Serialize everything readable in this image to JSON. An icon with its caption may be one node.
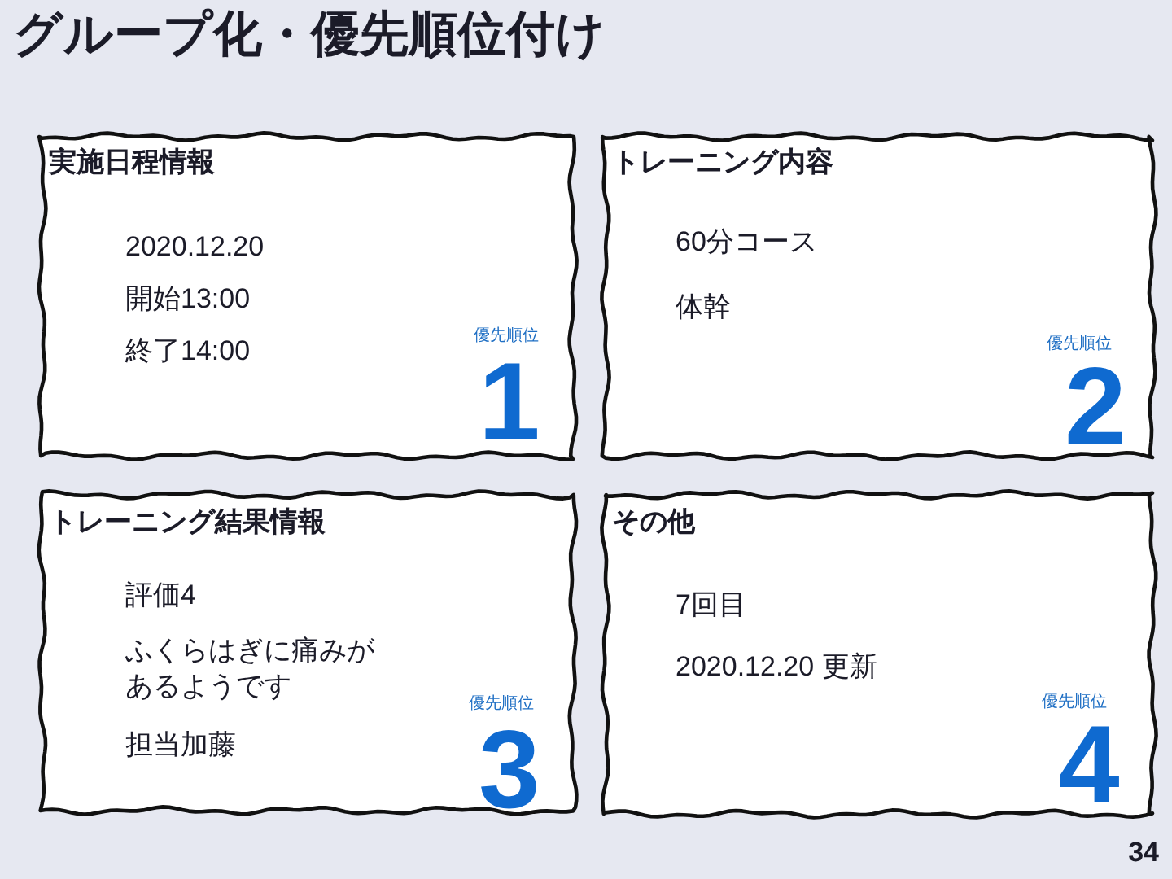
{
  "diagram": {
    "title": "グループ化・優先順位付け",
    "nodes": [
      {
        "text": [
          "実施日程情報",
          "2020.12.20",
          "開始13:00",
          "終了14:00",
          "優先順位",
          "1"
        ]
      },
      {
        "text": [
          "トレーニング内容",
          "60分コース",
          "体幹",
          "優先順位",
          "2"
        ]
      },
      {
        "text": [
          "トレーニング結果情報",
          "評価4",
          "ふくらはぎに痛みがあるようです",
          "担当加藤",
          "優先順位",
          "3"
        ]
      },
      {
        "text": [
          "その他",
          "7回目",
          "2020.12.20 更新",
          "優先順位",
          "4"
        ]
      }
    ],
    "labels": [
      "34"
    ]
  }
}
